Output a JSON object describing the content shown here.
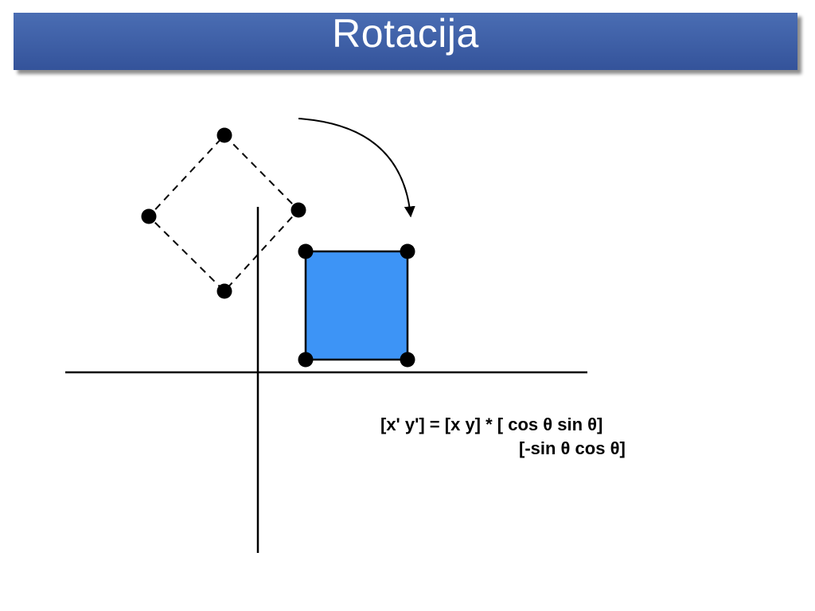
{
  "slide": {
    "title": "Rotacija",
    "formula": {
      "line1": "[x' y'] = [x y] * [ cos θ sin θ]",
      "line2": "[-sin θ cos θ]"
    }
  },
  "diagram": {
    "rectangle_fill": "#3d94f6",
    "stroke_color": "#000000",
    "original_shape": "dashed-diamond",
    "rotated_shape": "filled-rectangle",
    "arrow": "clockwise-rotation-arrow"
  }
}
